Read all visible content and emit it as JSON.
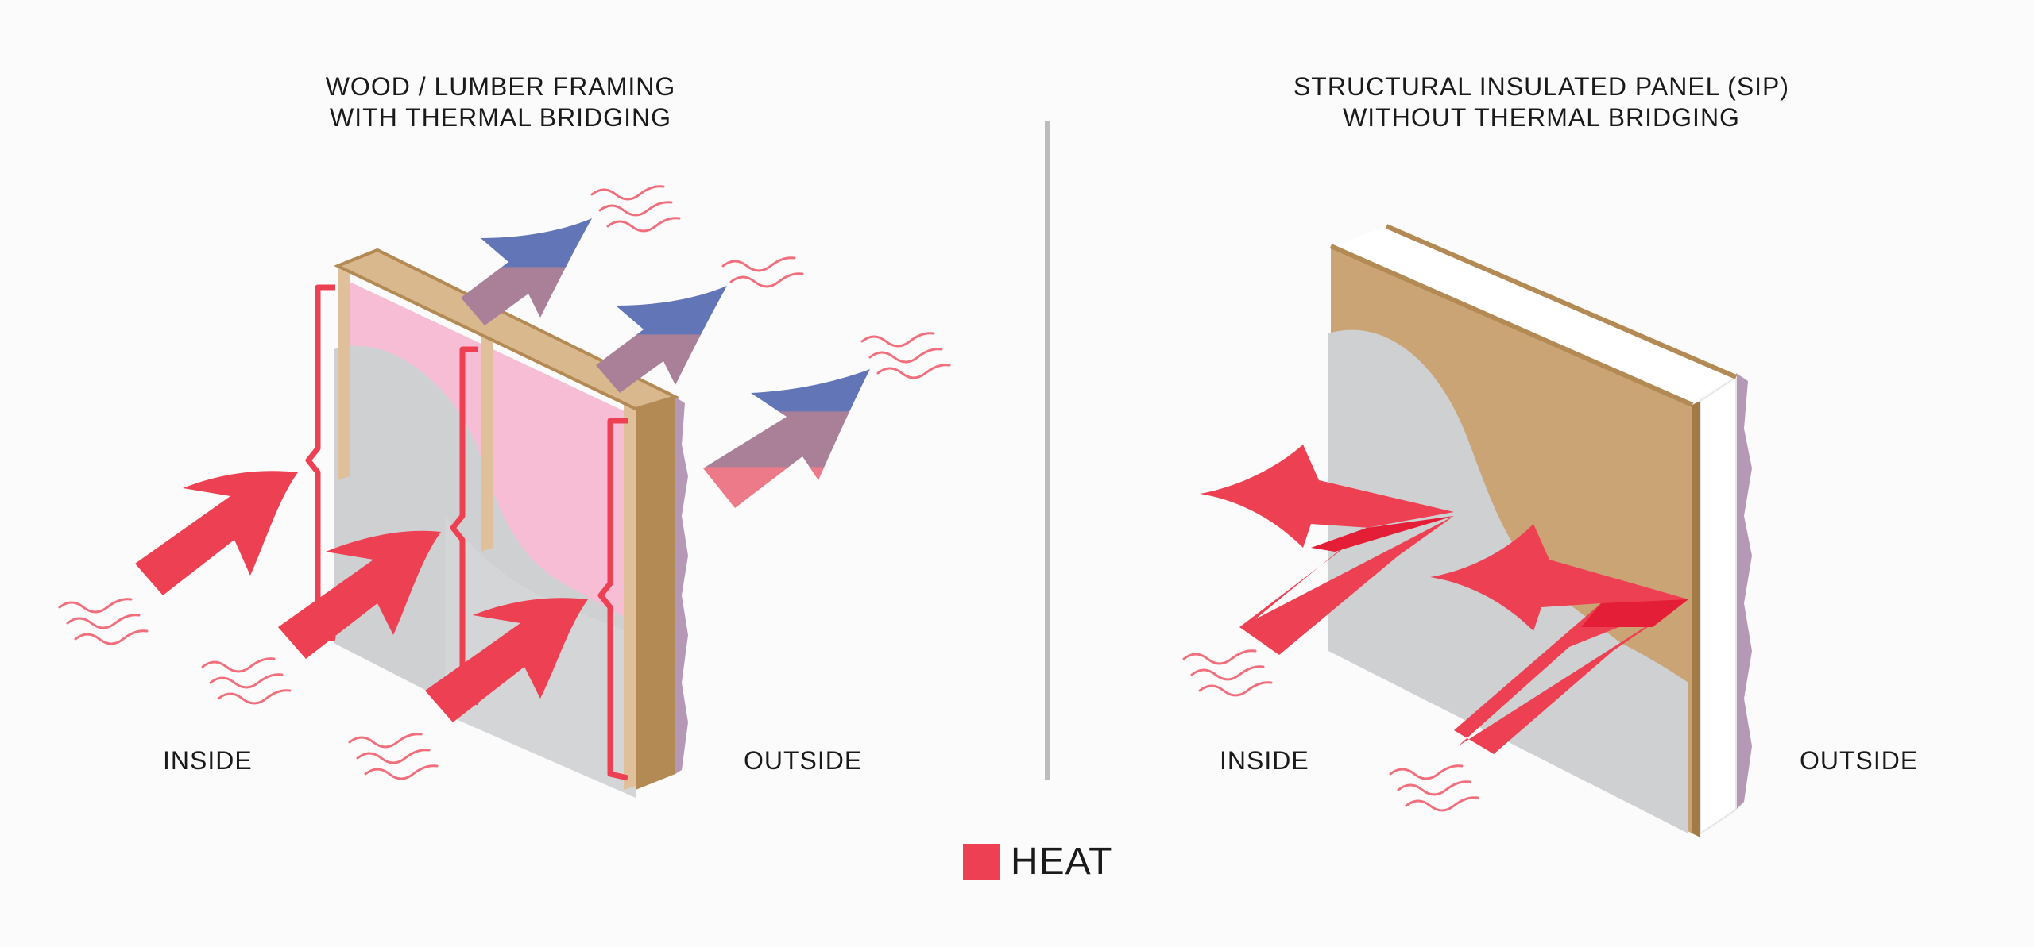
{
  "left_panel": {
    "title_line1": "WOOD / LUMBER FRAMING",
    "title_line2": "WITH THERMAL BRIDGING",
    "inside_label": "INSIDE",
    "outside_label": "OUTSIDE"
  },
  "right_panel": {
    "title_line1": "STRUCTURAL INSULATED PANEL (SIP)",
    "title_line2": "WITHOUT THERMAL BRIDGING",
    "inside_label": "INSIDE",
    "outside_label": "OUTSIDE"
  },
  "legend": {
    "label": "HEAT",
    "color": "#ee4053"
  },
  "colors": {
    "heat": "#ee4053",
    "cool": "#6275b6",
    "mixed": "#a98098",
    "insulation": "#f6bdd5",
    "drywall": "#cfd0d2",
    "wood": "#cba476",
    "wood_dark": "#b38a54",
    "foam": "#ffffff"
  }
}
